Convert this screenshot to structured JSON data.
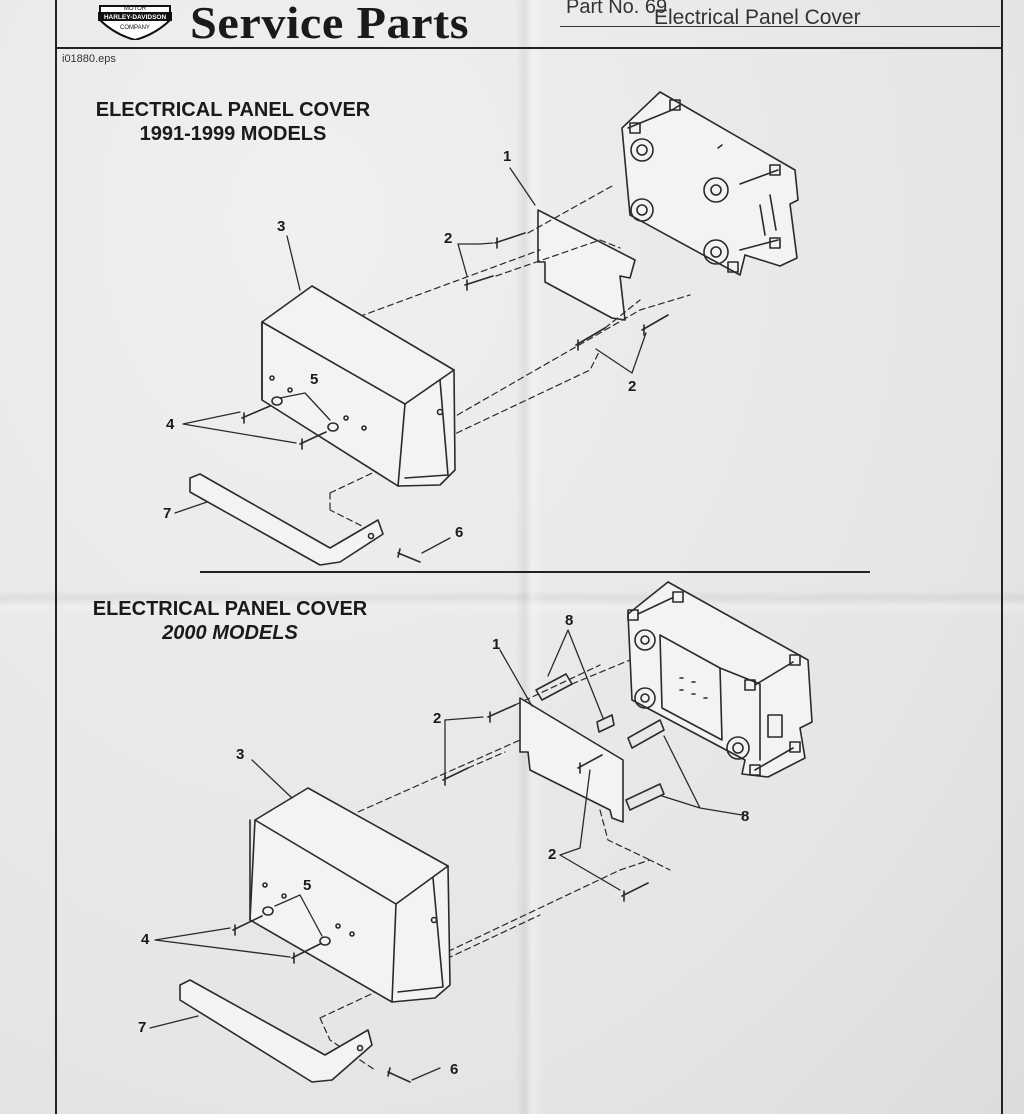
{
  "header": {
    "logo_alt": "Harley-Davidson Motor Company",
    "logo_text": {
      "top": "MOTOR",
      "middle": "HARLEY-DAVIDSON",
      "bottom": "COMPANY"
    },
    "title": "Service Parts",
    "part_number_label": "Part No. 69",
    "document_title": "Electrical Panel Cover",
    "file_id": "i01880.eps"
  },
  "sections": [
    {
      "title_line1": "ELECTRICAL PANEL COVER",
      "title_line2": "1991-1999 MODELS",
      "callouts": [
        "1",
        "2",
        "2",
        "3",
        "4",
        "5",
        "6",
        "7"
      ]
    },
    {
      "title_line1": "ELECTRICAL PANEL COVER",
      "title_line2": "2000 MODELS",
      "callouts": [
        "8",
        "1",
        "2",
        "3",
        "2",
        "8",
        "5",
        "4",
        "7",
        "6"
      ]
    }
  ]
}
